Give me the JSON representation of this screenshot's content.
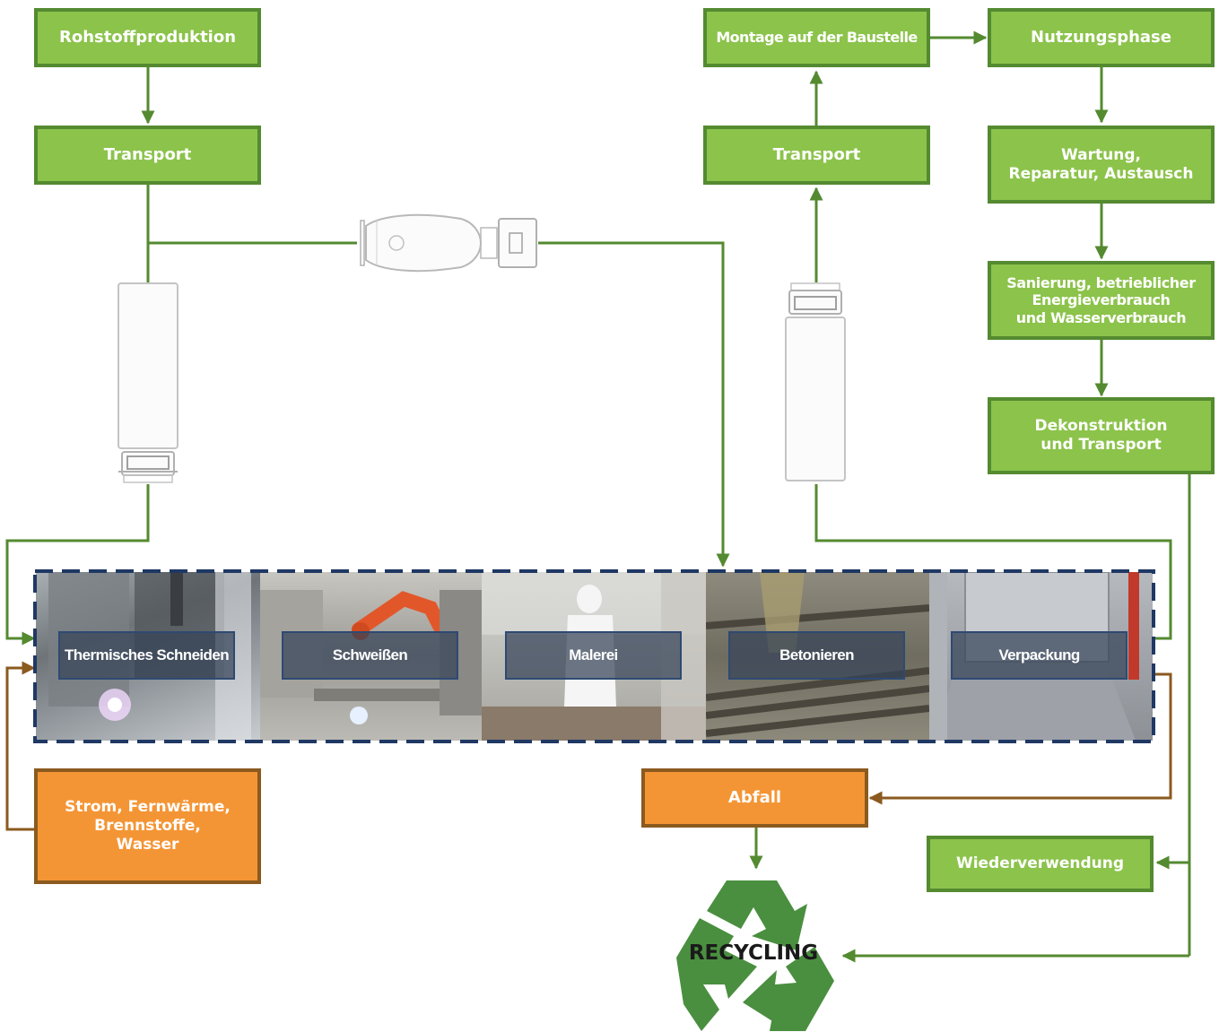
{
  "boxes": {
    "raw_material": "Rohstoffproduktion",
    "transport_left": "Transport",
    "assembly": "Montage auf der Baustelle",
    "use_phase": "Nutzungsphase",
    "transport_right": "Transport",
    "maintenance_line1": "Wartung,",
    "maintenance_line2": "Reparatur, Austausch",
    "renovation_line1": "Sanierung, betrieblicher",
    "renovation_line2": "Energieverbrauch",
    "renovation_line3": "und Wasserverbrauch",
    "deconstruction_line1": "Dekonstruktion",
    "deconstruction_line2": "und Transport",
    "energy_line1": "Strom, Fernwärme,",
    "energy_line2": "Brennstoffe,",
    "energy_line3": "Wasser",
    "waste": "Abfall",
    "reuse": "Wiederverwendung"
  },
  "process_steps": [
    "Thermisches Schneiden",
    "Schweißen",
    "Malerei",
    "Betonieren",
    "Verpackung"
  ],
  "recycling_label": "RECYCLING",
  "colors": {
    "green_fill": "#8cc34b",
    "green_border": "#548a30",
    "orange_fill": "#f49535",
    "orange_border": "#8b5a1f",
    "dash_frame": "#1f3864",
    "recycle_green": "#4a8f3f"
  },
  "icons": [
    "truck-topview-icon",
    "concrete-mixer-truck-icon",
    "recycle-symbol-icon"
  ]
}
